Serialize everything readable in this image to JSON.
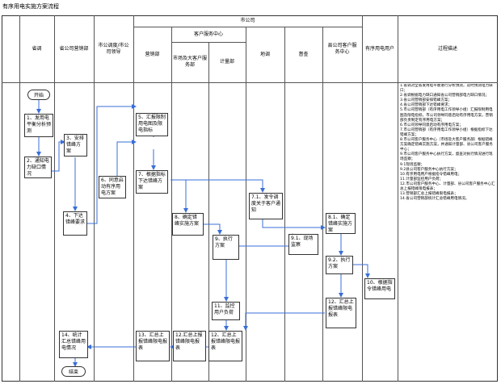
{
  "title": "有序用电实施方案流程",
  "header": {
    "city_company": "市公司",
    "customer_service_center": "客户服务中心",
    "columns": {
      "provincial_dispatch": "省调",
      "provincial_marketing": "省公司营销部",
      "city_dispatch": "市公调度/市公司领导",
      "marketing_dept": "营销部",
      "market_service": "市场及大客户服务部",
      "metering": "计量部",
      "dispatch": "地调",
      "inspection": "督查",
      "county_service": "县公司客户服务中心",
      "orderly_customer": "有序用电用户",
      "process_desc": "过程描述"
    }
  },
  "nodes": {
    "start": "开始",
    "n1": "1、发用电平衡分析预测",
    "n2": "2、通知电力缺口情况",
    "n3": "3、安排错峰方案",
    "n4": "4、下达错峰要求",
    "n5": "5、汇报限制用电图及限电指标",
    "n6": "6、同意启动有序用电方案",
    "n7": "7、根据指标下达错峰方案",
    "n8": "8、确定错峰实施方案",
    "n9": "9、执行方案",
    "n91": "9.1、现场监察",
    "n71": "7.1、发令调度关于客户通知",
    "n81": "8.1、确定错峰实施方案",
    "n92": "9.2、执行方案",
    "n10": "10、根据指令错峰用电",
    "n11": "11、监控用户负荷",
    "n12": "12、汇总上报错峰限电报表",
    "n12b": "12.汇总上报错峰限电报表",
    "n13": "13、汇总上报错峰限电报表",
    "n14": "14、统计汇总错峰用电情况",
    "n12c": "12、汇总上报错峰限电报表",
    "end": "结束"
  },
  "description": [
    "1.省调对全省发用电平衡进行分析预测，及时预测电力缺口；",
    "2.省调根据电力缺口通知省公司营销部电力缺口情况；",
    "3.省公司营销部安排错峰方案；",
    "4.省公司营销部下达错峰要求；",
    "5.市公司营销部（有序用电工作领导小组）汇报限制用电图及限电指标，市公司领导同意启动有序用电方案，营销部负责制定有序用电方案；",
    "6.市公司领导同意启动有序用电方案；",
    "7.市公司营销部（有序用电工作领导小组）根据指标下达错峰方案；",
    "8.市公司客户服务中心（市场及大客户服务部）根据错峰方案确定错峰实施方案，并通知计量部、县公司客户服务中心；",
    "9.市公司客户服务中心执行方案，督查对执行情况进行现场监察；",
    "9.1现场监察；",
    "9.2县公司客户服务中心执行方案；",
    "10.有序用电用户根据指令错峰用电；",
    "11.计量部监控用户负荷；",
    "12.市公司客户服务中心、计量部、县公司客户服务中心汇总上报错峰限电报表；",
    "13.营销部汇总上报错峰限电报表；",
    "14.省公司营销部统计汇总错峰用电情况。"
  ]
}
